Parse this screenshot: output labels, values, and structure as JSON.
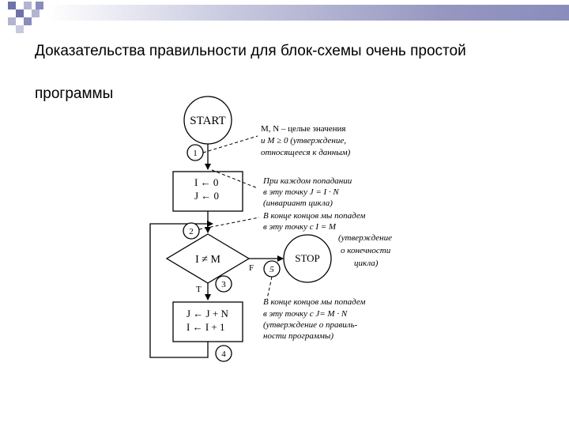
{
  "slide": {
    "title_line1": "Доказательства правильности для блок-схемы очень простой",
    "title_line2": "программы"
  },
  "flowchart": {
    "start": "START",
    "stop": "STOP",
    "init": [
      "I ← 0",
      "J ← 0"
    ],
    "condition": "I ≠ M",
    "body": [
      "J ← J + N",
      "I ← I + 1"
    ],
    "branch_true": "T",
    "branch_false": "F",
    "points": [
      "1",
      "2",
      "3",
      "4",
      "5"
    ]
  },
  "annotations": {
    "a1": [
      "M, N – целые значения",
      "и M ≥ 0 (утверждение,",
      "относящееся к данным)"
    ],
    "a2": [
      "При каждом попадании",
      "в эту точку  J = I · N",
      "(инвариант цикла)"
    ],
    "a3": [
      "В конце концов мы попадем",
      "в эту точку с I = M"
    ],
    "a4": [
      "(утверждение",
      "о конечности",
      "цикла)"
    ],
    "a5": [
      "В конце концов мы попадем",
      "в эту точку с  J= M · N",
      "(утверждение  о правиль-",
      "ности программы)"
    ]
  }
}
